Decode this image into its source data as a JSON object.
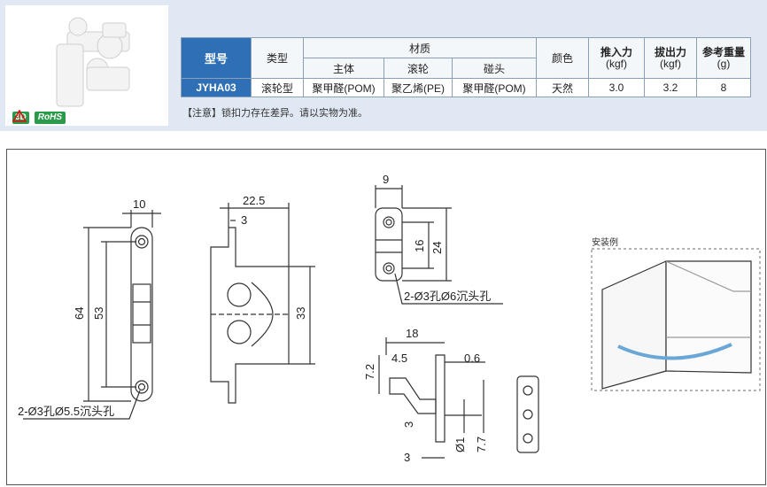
{
  "badges": {
    "three_d": "3D",
    "rohs": "RoHS"
  },
  "table": {
    "model_header": "型号",
    "type_header": "类型",
    "material_header": "材质",
    "material_sub": [
      "主体",
      "滚轮",
      "碰头"
    ],
    "color_header": "颜色",
    "push_header": "推入力",
    "push_unit": "(kgf)",
    "pull_header": "拔出力",
    "pull_unit": "(kgf)",
    "weight_header": "参考重量",
    "weight_unit": "(g)",
    "row": {
      "model": "JYHA03",
      "type": "滚轮型",
      "body": "聚甲醛(POM)",
      "roller": "聚乙烯(PE)",
      "striker": "聚甲醛(POM)",
      "color": "天然",
      "push": "3.0",
      "pull": "3.2",
      "weight": "8"
    }
  },
  "note": "【注意】锁扣力存在差异。请以实物为准。",
  "drawing": {
    "dims": {
      "d10": "10",
      "d64": "64",
      "d53": "53",
      "hole_left": "2-Ø3孔Ø5.5沉头孔",
      "d22_5": "22.5",
      "d3a": "3",
      "d33": "33",
      "d9": "9",
      "d16": "16",
      "d24": "24",
      "hole_right": "2-Ø3孔Ø6沉头孔",
      "d18": "18",
      "d4_5": "4.5",
      "d0_6": "0.6",
      "d7_2": "7.2",
      "d3b": "3",
      "d1": "Ø1",
      "d7_7": "7.7",
      "d3c": "3"
    },
    "install_label": "安装例"
  }
}
